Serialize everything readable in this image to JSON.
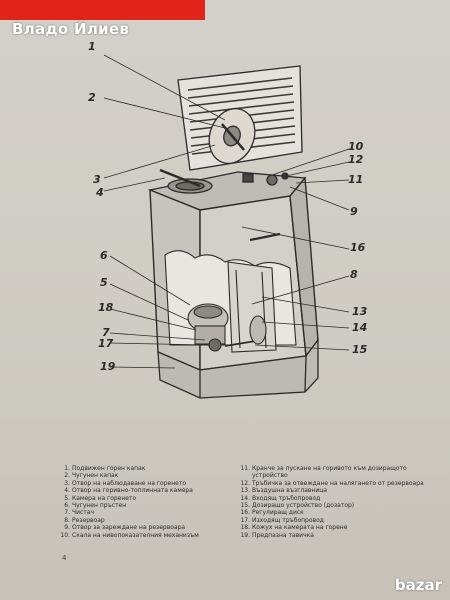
{
  "watermark": {
    "user": "Владо Илиев"
  },
  "callouts": [
    "1",
    "2",
    "3",
    "4",
    "5",
    "6",
    "7",
    "8",
    "9",
    "10",
    "11",
    "12",
    "13",
    "14",
    "15",
    "16",
    "17",
    "18",
    "19"
  ],
  "legend_left": [
    {
      "num": "1.",
      "text": "Подвижен горен капак"
    },
    {
      "num": "2.",
      "text": "Чугунен капак"
    },
    {
      "num": "3.",
      "text": "Отвор на наблюдаване на горенето"
    },
    {
      "num": "4.",
      "text": "Отвор на горивно-топлинната камера"
    },
    {
      "num": "5.",
      "text": "Камера на горенето"
    },
    {
      "num": "6.",
      "text": "Чугунен пръстен"
    },
    {
      "num": "7.",
      "text": "Чистач"
    },
    {
      "num": "8.",
      "text": "Резервоар"
    },
    {
      "num": "9.",
      "text": "Отвор за зареждане на резервоара"
    },
    {
      "num": "10.",
      "text": "Скала на нивопоказателния механизъм"
    }
  ],
  "legend_right": [
    {
      "num": "11.",
      "text": "Кранче за пускане на горивото към дозиращото устройство"
    },
    {
      "num": "12.",
      "text": "Тръбичка за отвеждане на налягането от резервоара"
    },
    {
      "num": "13.",
      "text": "Въздушна възглавница"
    },
    {
      "num": "14.",
      "text": "Входящ тръбопровод"
    },
    {
      "num": "15.",
      "text": "Дозиращо устройство (дозатор)"
    },
    {
      "num": "16.",
      "text": "Регулиращ диск"
    },
    {
      "num": "17.",
      "text": "Изходящ тръбопровод"
    },
    {
      "num": "18.",
      "text": "Кожух на камерата на горене"
    },
    {
      "num": "19.",
      "text": "Предпазна тавичка"
    }
  ],
  "page_number": "4",
  "bazar_logo": {
    "text": "bazar"
  },
  "colors": {
    "accent_red": "#e2231a",
    "paper": "#d1cec7",
    "ink": "#2a2a2a"
  }
}
